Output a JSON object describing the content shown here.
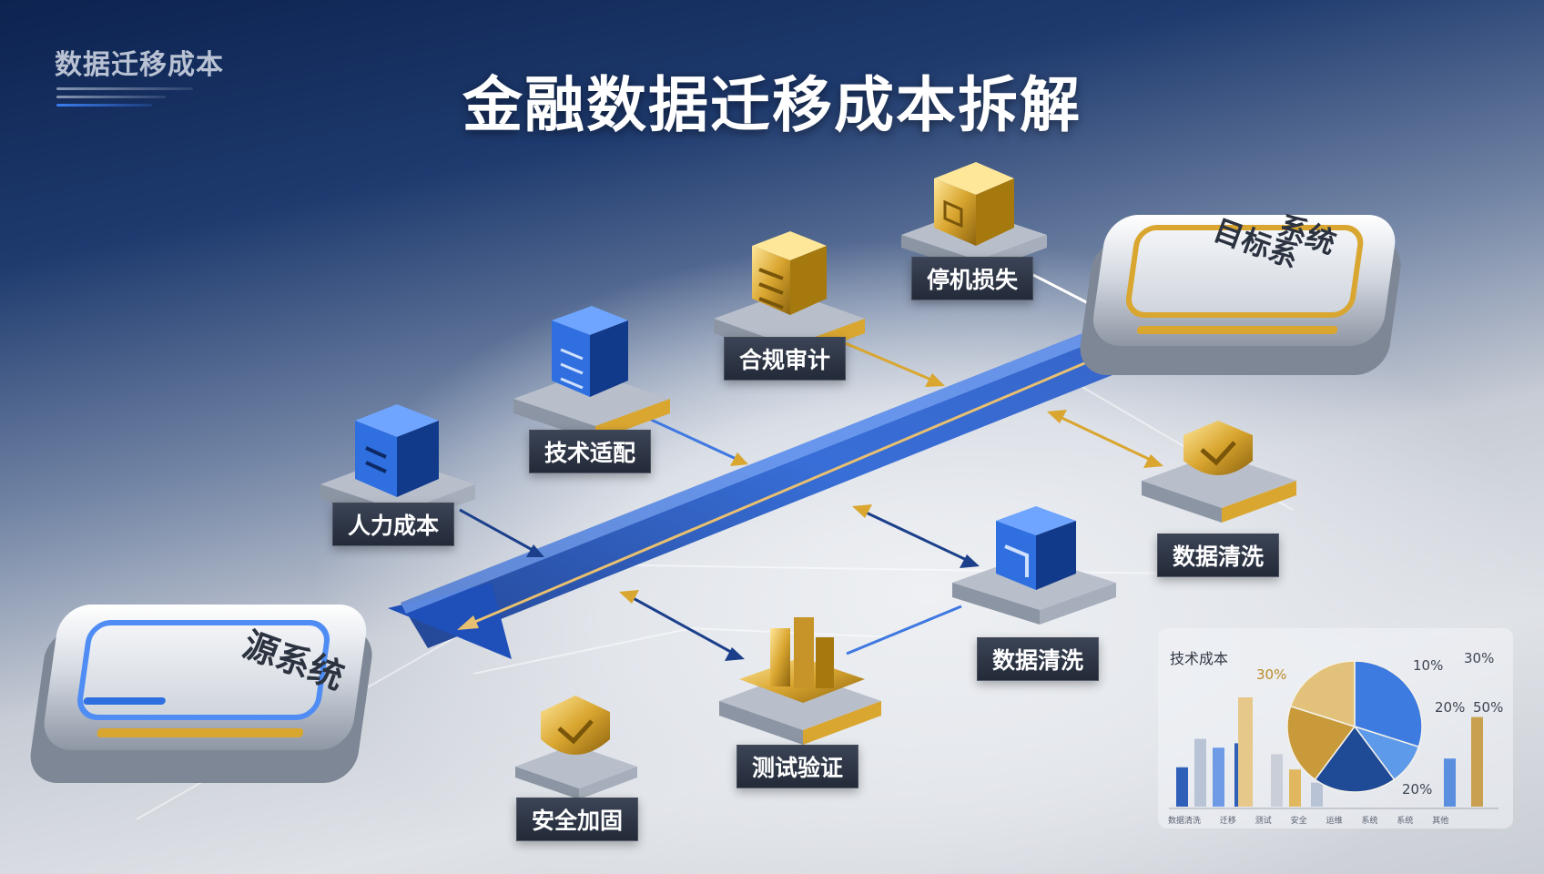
{
  "header": {
    "tiny_title": "数据迁移成本",
    "title": "金融数据迁移成本拆解"
  },
  "nodes": {
    "source": "源系统",
    "target_line1": "系统",
    "target_line2": "目标系"
  },
  "cost_items": [
    {
      "label": "人力成本",
      "color": "blue"
    },
    {
      "label": "技术适配",
      "color": "blue"
    },
    {
      "label": "合规审计",
      "color": "gold"
    },
    {
      "label": "停机损失",
      "color": "gold"
    },
    {
      "label": "数据清洗",
      "color": "gold"
    },
    {
      "label": "数据清洗",
      "color": "blue"
    },
    {
      "label": "测试验证",
      "color": "gold"
    },
    {
      "label": "安全加固",
      "color": "gold"
    }
  ],
  "colors": {
    "blue": "#2f6fe0",
    "blue_dark": "#1a3f8f",
    "gold": "#d9a630",
    "gold_dark": "#9c7114",
    "label_bg": "#2a3140"
  },
  "chart_data": {
    "type": "bar",
    "title": "技术成本",
    "bars": [
      {
        "value": 36,
        "color": "#2f5fb8"
      },
      {
        "value": 62,
        "color": "#b9c3d6"
      },
      {
        "value": 54,
        "color": "#6f9be6"
      },
      {
        "value": 58,
        "color": "#2f5fb8"
      },
      {
        "value": 100,
        "color": "#e6c88a"
      },
      {
        "value": 48,
        "color": "#c9ced8"
      },
      {
        "value": 34,
        "color": "#e1b860"
      },
      {
        "value": 22,
        "color": "#b9c3d6"
      },
      {
        "value": 44,
        "color": "#5a8fe0"
      },
      {
        "value": 82,
        "color": "#c9a050"
      }
    ],
    "bar_labels": [
      {
        "bar": 4,
        "text": "30%"
      }
    ],
    "pie": {
      "slices": [
        {
          "value": 30,
          "color": "#3d7be0"
        },
        {
          "value": 10,
          "color": "#5e9aea"
        },
        {
          "value": 20,
          "color": "#1f4a96"
        },
        {
          "value": 20,
          "color": "#c89a3a"
        },
        {
          "value": 20,
          "color": "#e2c27a"
        }
      ],
      "labels": [
        "10%",
        "30%",
        "20%",
        "50%",
        "20%"
      ]
    },
    "legend": [
      "数据清洗",
      "迁移",
      "测试",
      "安全",
      "运维",
      "系统",
      "系统",
      "其他"
    ]
  }
}
